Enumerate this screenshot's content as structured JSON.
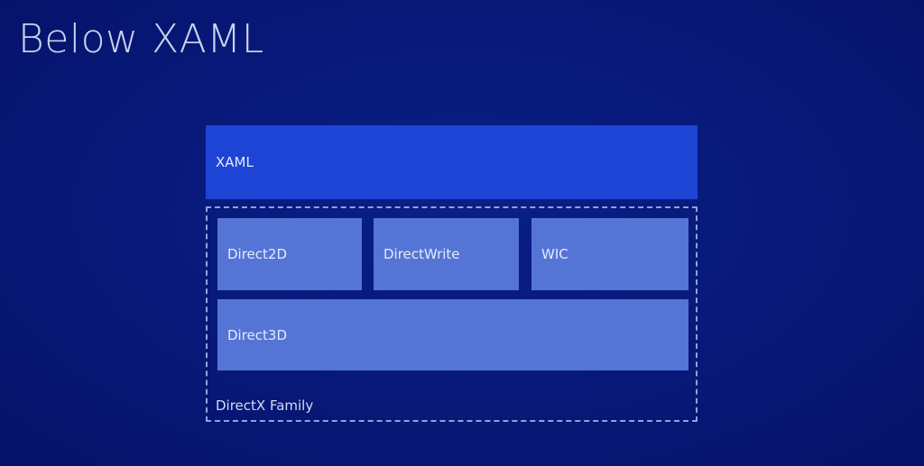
{
  "slide": {
    "title": "Below XAML"
  },
  "diagram": {
    "top_layer": "XAML",
    "group_label": "DirectX Family",
    "components": {
      "direct2d": "Direct2D",
      "directwrite": "DirectWrite",
      "wic": "WIC",
      "direct3d": "Direct3D"
    },
    "colors": {
      "background": "#071878",
      "xaml_box": "#1e44d6",
      "component_box": "#5575d6",
      "dashed_border": "#8fa3dd"
    }
  }
}
